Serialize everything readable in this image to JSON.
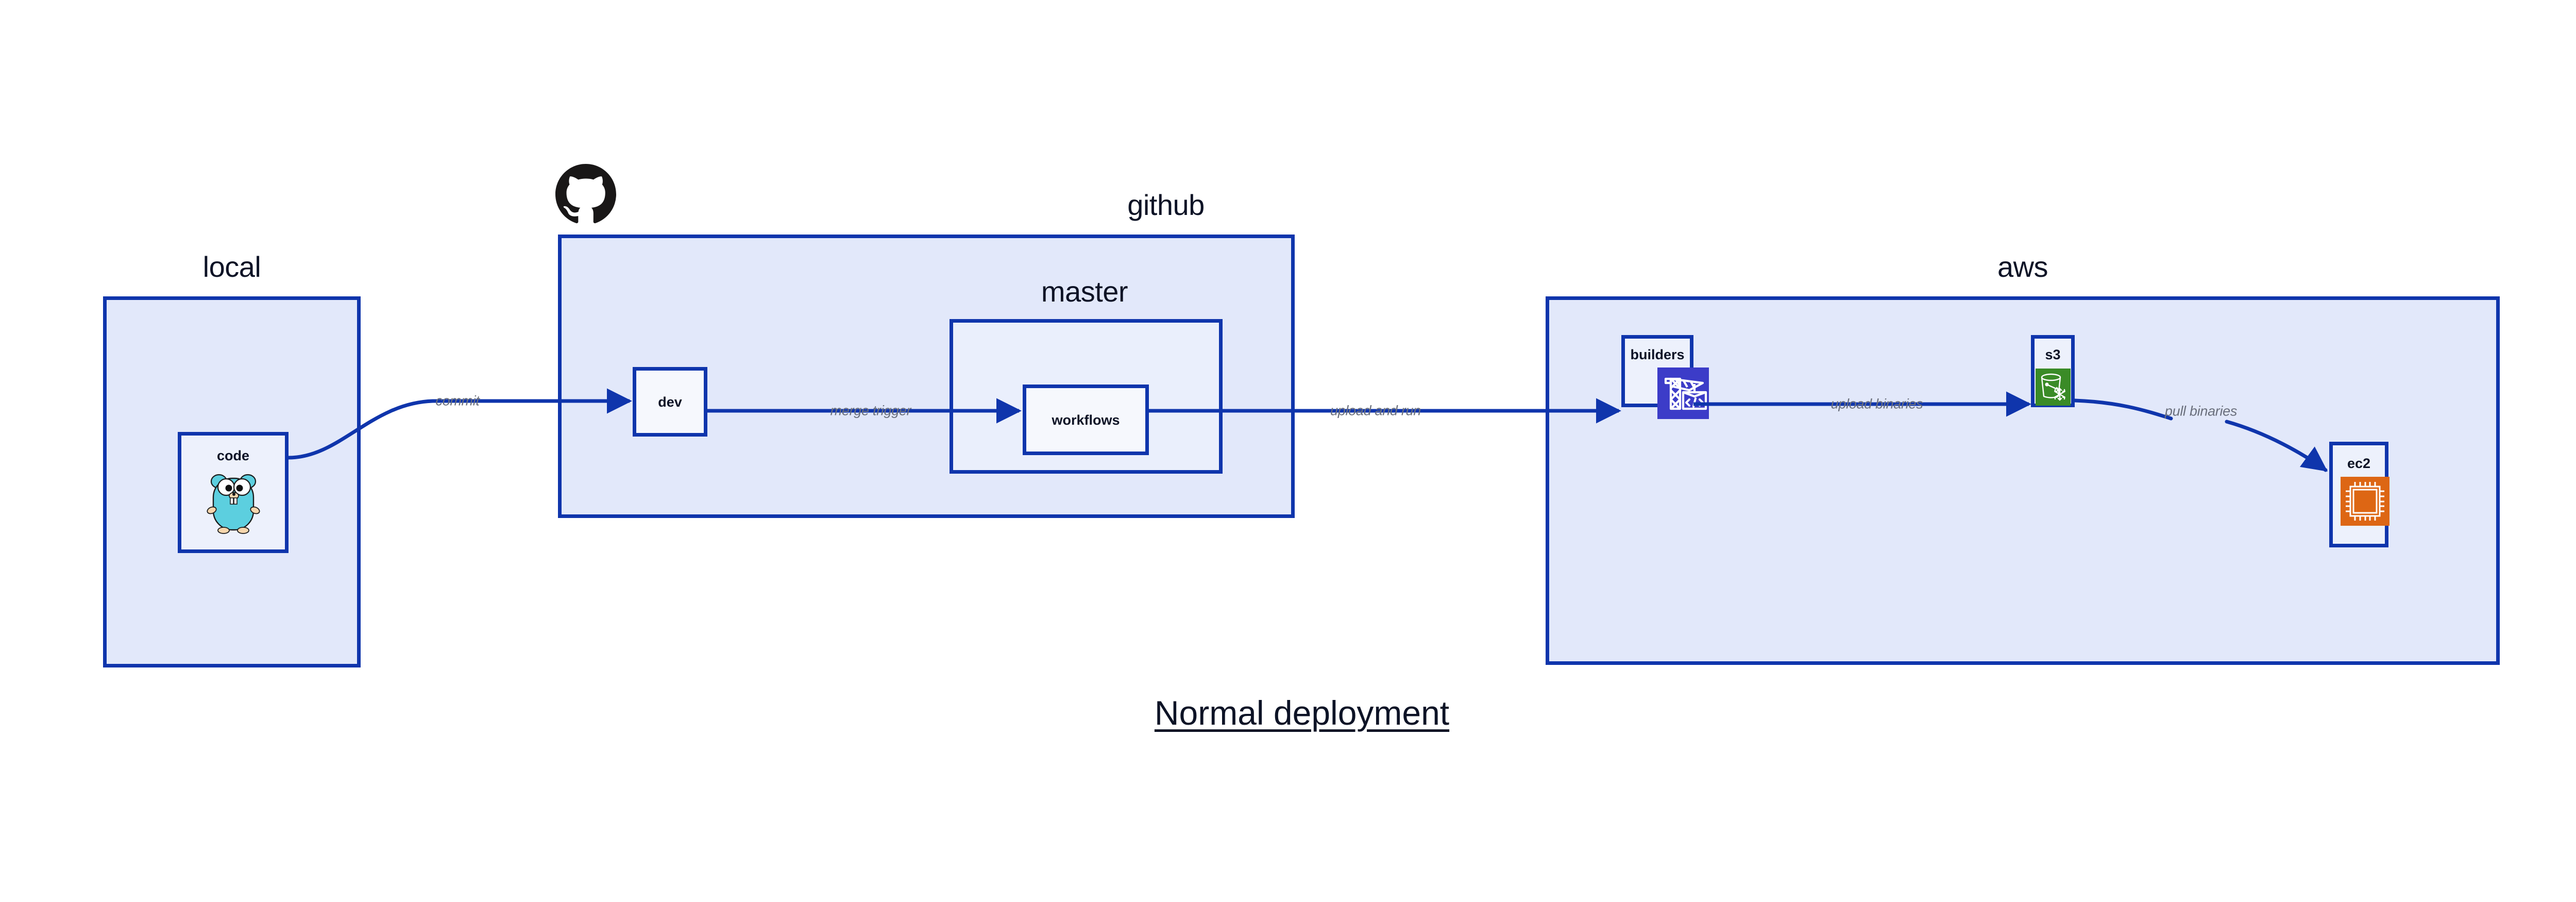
{
  "title": "Normal deployment",
  "colors": {
    "edge": "#0f35ac",
    "border": "#0f35ac",
    "group_fill": "#e2e8fa",
    "sub_fill": "#eaeffc",
    "node_fill": "#edf1fc",
    "node_fill_light": "#f6f8fd",
    "label_text": "#0d1326",
    "edge_label_text": "#6a6f7c",
    "background": "#ffffff",
    "codebuild_blue": "#3c3cc8",
    "s3_green": "#3a8b27",
    "ec2_orange": "#dd6614",
    "gopher_cyan": "#5ccfdf",
    "github_black": "#191717"
  },
  "groups": [
    {
      "id": "local",
      "label": "local"
    },
    {
      "id": "github",
      "label": "github"
    },
    {
      "id": "aws",
      "label": "aws"
    }
  ],
  "subgroups": [
    {
      "id": "master",
      "label": "master"
    }
  ],
  "nodes": [
    {
      "id": "code",
      "label": "code",
      "icon": "go-gopher-icon"
    },
    {
      "id": "dev",
      "label": "dev",
      "icon": null
    },
    {
      "id": "workflows",
      "label": "workflows",
      "icon": null
    },
    {
      "id": "builders",
      "label": "builders",
      "icon": "aws-codebuild-icon"
    },
    {
      "id": "s3",
      "label": "s3",
      "icon": "aws-s3-glacier-icon"
    },
    {
      "id": "ec2",
      "label": "ec2",
      "icon": "aws-ec2-icon"
    }
  ],
  "edges": [
    {
      "id": "commit",
      "label": "commit",
      "from": "code",
      "to": "dev"
    },
    {
      "id": "merge-trigger",
      "label": "merge trigger",
      "from": "dev",
      "to": "workflows"
    },
    {
      "id": "upload-and-run",
      "label": "upload and run",
      "from": "workflows",
      "to": "builders"
    },
    {
      "id": "upload-binaries",
      "label": "upload binaries",
      "from": "builders",
      "to": "s3"
    },
    {
      "id": "pull-binaries",
      "label": "pull binaries",
      "from": "s3",
      "to": "ec2"
    }
  ],
  "brand_icons": [
    {
      "id": "github-logo",
      "name": "github-mark-icon"
    }
  ]
}
